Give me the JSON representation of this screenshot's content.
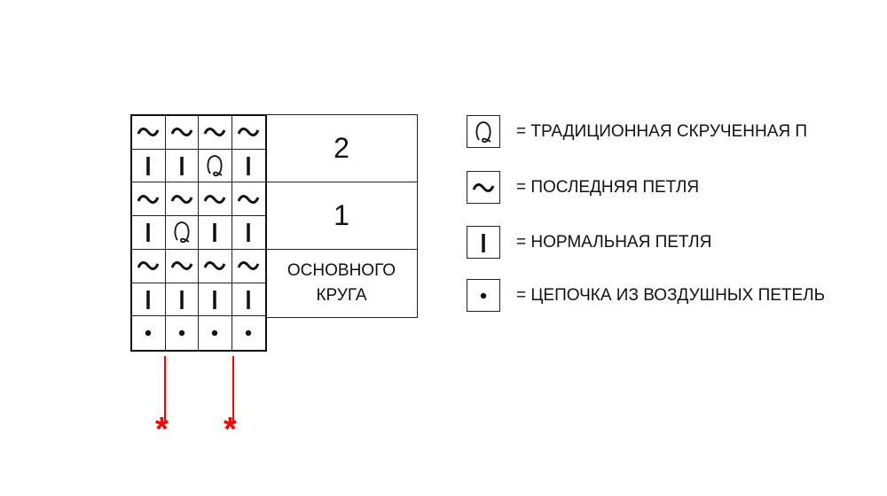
{
  "chart": {
    "rows": [
      [
        "~",
        "~",
        "~",
        "~"
      ],
      [
        "I",
        "I",
        "Q",
        "I"
      ],
      [
        "~",
        "~",
        "~",
        "~"
      ],
      [
        "I",
        "Q",
        "I",
        "I"
      ],
      [
        "~",
        "~",
        "~",
        "~"
      ],
      [
        "I",
        "I",
        "I",
        "I"
      ],
      [
        "dot",
        "dot",
        "dot",
        "dot"
      ]
    ],
    "row_labels": [
      "2",
      "1"
    ],
    "base_label_line1": "ОСНОВНОГО",
    "base_label_line2": "КРУГА",
    "markers": [
      "*",
      "*"
    ]
  },
  "legend": [
    {
      "symbol": "Q",
      "label": "= ТРАДИЦИОННАЯ СКРУЧЕННАЯ П"
    },
    {
      "symbol": "~",
      "label": "= ПОСЛЕДНЯЯ ПЕТЛЯ"
    },
    {
      "symbol": "I",
      "label": "= НОРМАЛЬНАЯ ПЕТЛЯ"
    },
    {
      "symbol": "dot",
      "label": "= ЦЕПОЧКА ИЗ ВОЗДУШНЫХ ПЕТЕЛЬ"
    }
  ],
  "colors": {
    "line": "#111111",
    "marker": "#ff0000"
  }
}
